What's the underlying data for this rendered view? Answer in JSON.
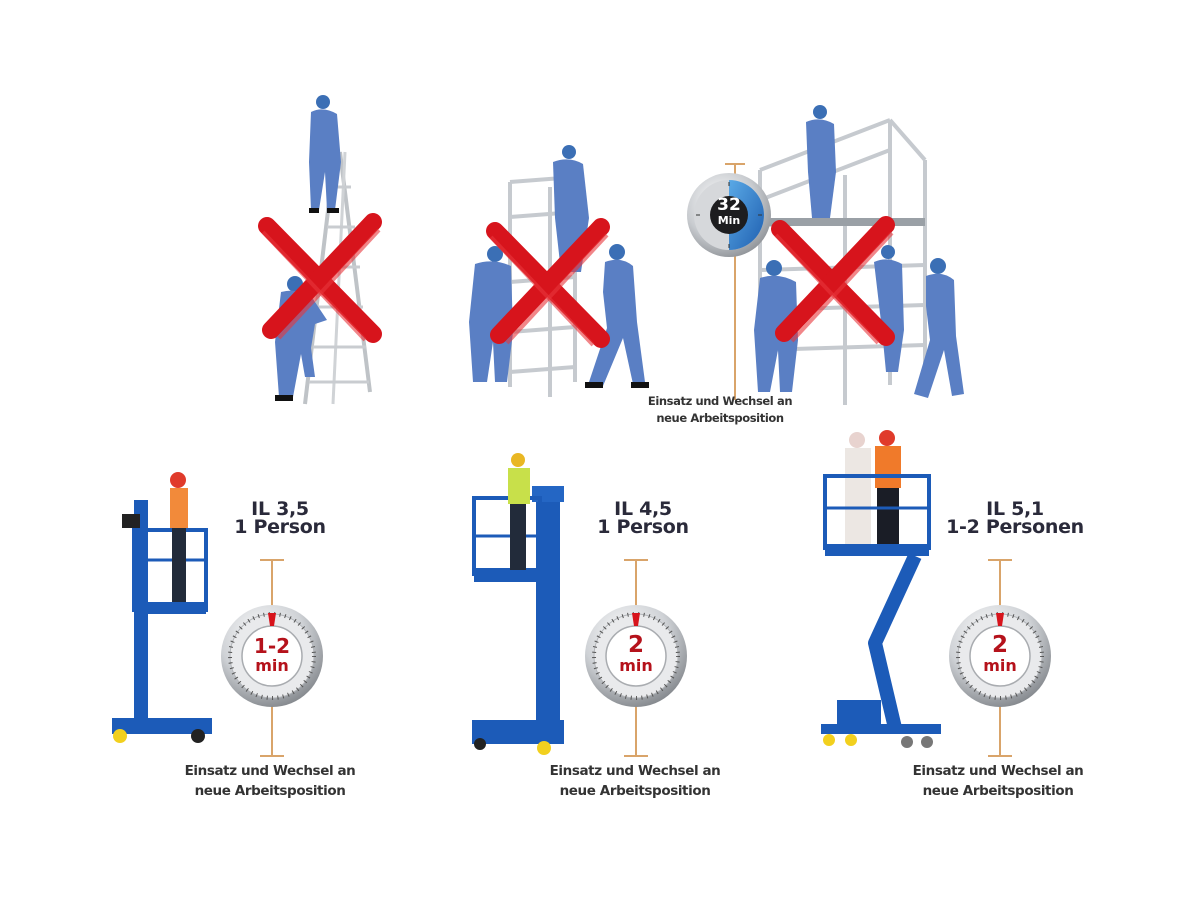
{
  "top_row": {
    "scenarios": [
      {
        "name": "ladder",
        "crossed": true
      },
      {
        "name": "mobile-scaffold-small",
        "crossed": true
      },
      {
        "name": "mobile-scaffold-large",
        "crossed": true,
        "timer": {
          "value": "32",
          "unit": "Min",
          "color": "#1f6fc1"
        },
        "caption_line1": "Einsatz und Wechsel an",
        "caption_line2": "neue Arbeitsposition"
      }
    ]
  },
  "bottom_row": {
    "lifts": [
      {
        "model": "IL 3,5",
        "capacity": "1 Person",
        "timer": {
          "value": "1-2",
          "unit": "min"
        },
        "caption_line1": "Einsatz und Wechsel an",
        "caption_line2": "neue Arbeitsposition"
      },
      {
        "model": "IL 4,5",
        "capacity": "1 Person",
        "timer": {
          "value": "2",
          "unit": "min"
        },
        "caption_line1": "Einsatz und Wechsel an",
        "caption_line2": "neue Arbeitsposition"
      },
      {
        "model": "IL 5,1",
        "capacity": "1-2 Personen",
        "timer": {
          "value": "2",
          "unit": "min"
        },
        "caption_line1": "Einsatz und Wechsel an",
        "caption_line2": "neue Arbeitsposition"
      }
    ]
  },
  "colors": {
    "cross_red": "#d7141c",
    "worker_blue": "#5a7fc4",
    "lift_blue": "#1c5bb8",
    "timer_red": "#b5121b",
    "bracket_tan": "#d9a46a"
  }
}
